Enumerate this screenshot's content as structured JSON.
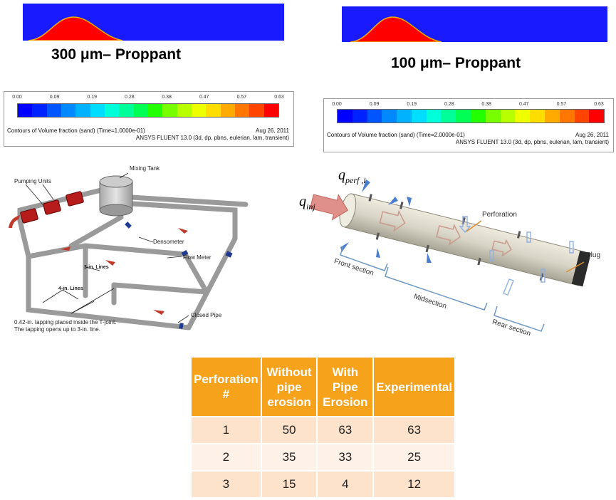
{
  "top_left": {
    "title": "300 μm– Proppant",
    "ticks": [
      "0.00",
      "0.09",
      "0.19",
      "0.28",
      "0.38",
      "0.47",
      "0.57",
      "0.63"
    ],
    "legend_line1": "Contours of Volume fraction (sand)    (Time=1.0000e-01)",
    "legend_date": "Aug 26, 2011",
    "legend_line2": "ANSYS FLUENT 13.0 (3d, dp, pbns, eulerian, lam, transient)"
  },
  "top_right": {
    "title": "100 μm– Proppant",
    "ticks": [
      "0.00",
      "0.09",
      "0.19",
      "0.28",
      "0.38",
      "0.47",
      "0.57",
      "0.63"
    ],
    "legend_line1": "Contours of Volume fraction (sand)    (Time=2.0000e-01)",
    "legend_date": "Aug 26, 2011",
    "legend_line2": "ANSYS FLUENT 13.0 (3d, dp, pbns, eulerian, lam, transient)"
  },
  "colorbar": [
    "#0000ff",
    "#0022ff",
    "#0055ff",
    "#0088ff",
    "#00b2ff",
    "#00ddff",
    "#00ffd8",
    "#00ff99",
    "#00ff55",
    "#22ff00",
    "#77ff00",
    "#b8ff00",
    "#eeff00",
    "#ffdd00",
    "#ffaa00",
    "#ff7700",
    "#ff4400",
    "#ff0000"
  ],
  "pipe_loop": {
    "mixing_tank": "Mixing Tank",
    "pumping_units": "Pumping Units",
    "densometer": "Densometer",
    "flow_meter": "Flow Meter",
    "lines_3in": "3-in. Lines",
    "lines_4in": "4-in. Lines",
    "tapping_line1": "0.42-in. tapping placed inside the T-joint.",
    "tapping_line2": "The tapping opens up to 3-in. line.",
    "closed_pipe": "Closed Pipe"
  },
  "wellbore": {
    "q_inj_main": "q",
    "q_inj_sub": "inj",
    "q_perf_main": "q",
    "q_perf_sub": "perf ,i",
    "perforation": "Perforation",
    "plug": "Plug",
    "front_section": "Front section",
    "midsection": "Midsection",
    "rear_section": "Rear section"
  },
  "table": {
    "headers": [
      "Perforation #",
      "Without pipe erosion",
      "With Pipe Erosion",
      "Experimental"
    ],
    "rows": [
      [
        "1",
        "50",
        "63",
        "63"
      ],
      [
        "2",
        "35",
        "33",
        "25"
      ],
      [
        "3",
        "15",
        "4",
        "12"
      ]
    ]
  }
}
